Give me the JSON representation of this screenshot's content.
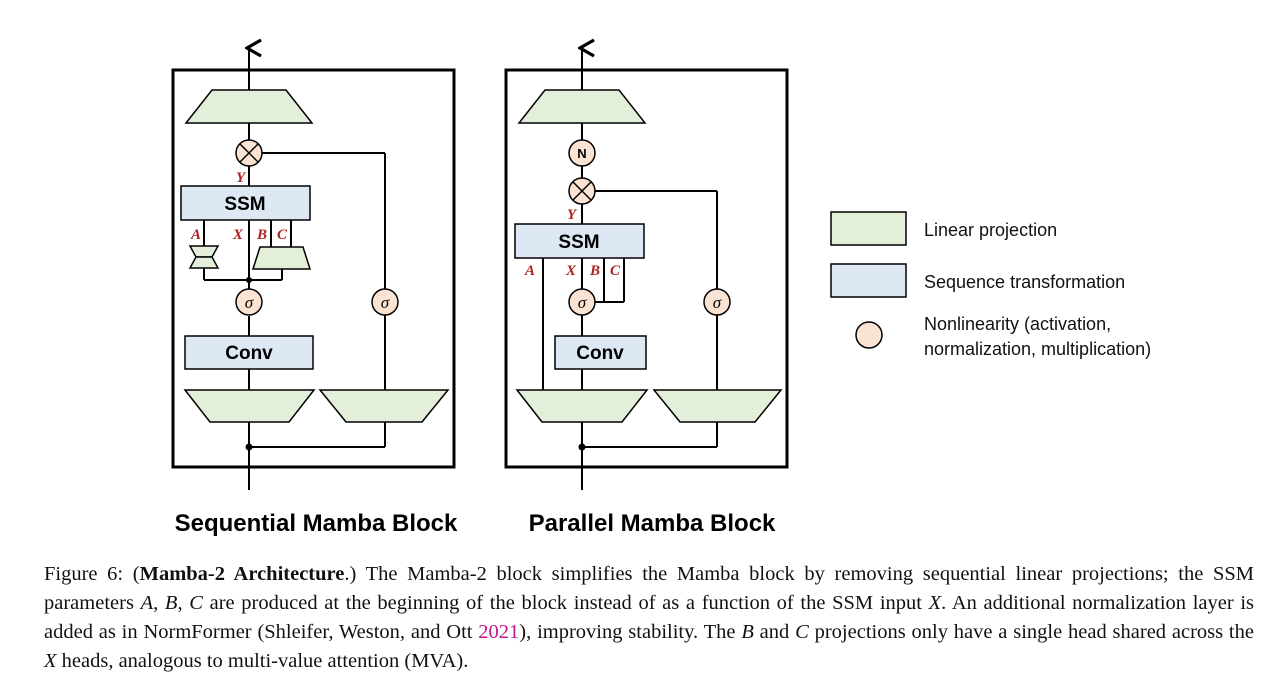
{
  "colors": {
    "linear_projection": "#e3efd9",
    "sequence_transformation": "#dde8f4",
    "nonlinearity": "#fbe3d3",
    "variable_label": "#b02020",
    "citation": "#c0178a"
  },
  "sequential_block": {
    "title": "Sequential Mamba Block",
    "ssm_label": "SSM",
    "conv_label": "Conv",
    "var_y": "Y",
    "var_a": "A",
    "var_x": "X",
    "var_b": "B",
    "var_c": "C",
    "sigma": "σ"
  },
  "parallel_block": {
    "title": "Parallel Mamba Block",
    "ssm_label": "SSM",
    "conv_label": "Conv",
    "norm_label": "N",
    "var_y": "Y",
    "var_a": "A",
    "var_x": "X",
    "var_b": "B",
    "var_c": "C",
    "sigma": "σ"
  },
  "legend": {
    "linear_projection": "Linear projection",
    "sequence_transformation": "Sequence transformation",
    "nonlinearity_line1": "Nonlinearity (activation,",
    "nonlinearity_line2": "normalization, multiplication)"
  },
  "caption": {
    "figure_label": "Figure 6:",
    "bold_title": "Mamba-2 Architecture",
    "t1": "(",
    "t2": ".)  The Mamba-2 block simplifies the Mamba block by removing sequential linear projections; the SSM parameters ",
    "v_a": "A",
    "sep1": ", ",
    "v_b": "B",
    "sep2": ", ",
    "v_c": "C",
    "t3": " are produced at the beginning of the block instead of as a function of the SSM input ",
    "v_x": "X",
    "t4": ".  An additional normalization layer is added as in NormFormer (Shleifer, Weston, and Ott ",
    "cite_year": "2021",
    "t5": "), improving stability. The ",
    "v_b2": "B",
    "t6": " and ",
    "v_c2": "C",
    "t7": " projections only have a single head shared across the ",
    "v_x2": "X",
    "t8": " heads, analogous to multi-value attention (MVA)."
  }
}
